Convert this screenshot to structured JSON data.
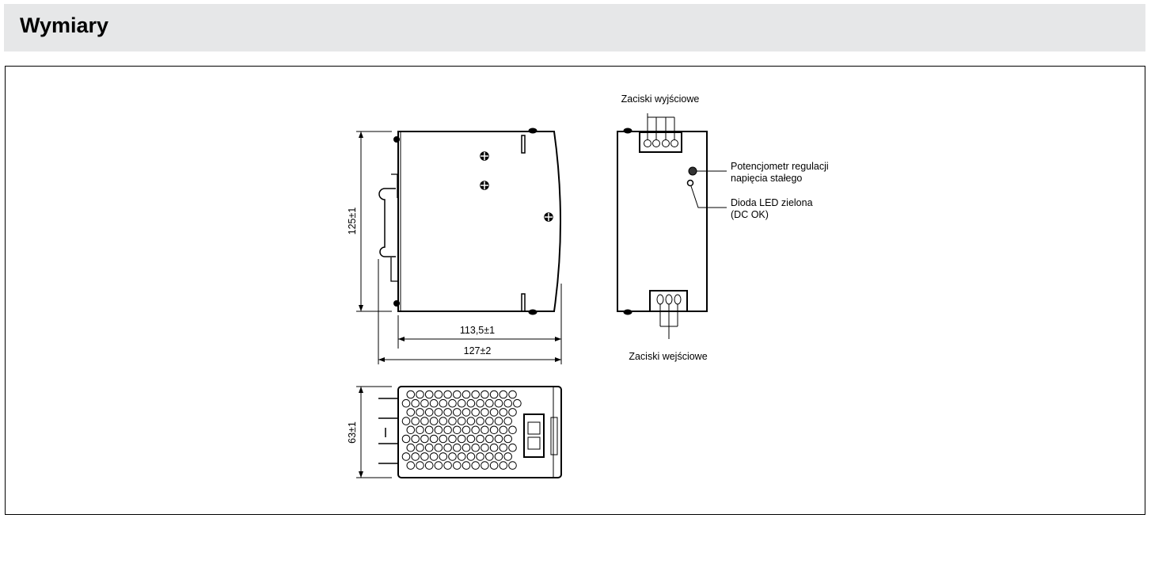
{
  "section": {
    "title": "Wymiary"
  },
  "drawing": {
    "dimensions": {
      "height": "125±1",
      "depth_body": "113,5±1",
      "depth_total": "127±2",
      "width": "63±1"
    },
    "labels": {
      "output_terminals": "Zaciski wyjściowe",
      "input_terminals": "Zaciski wejściowe",
      "potentiometer_line1": "Potencjometr regulacji",
      "potentiometer_line2": "napięcia stałego",
      "led_line1": "Dioda LED zielona",
      "led_line2": "(DC OK)"
    }
  }
}
